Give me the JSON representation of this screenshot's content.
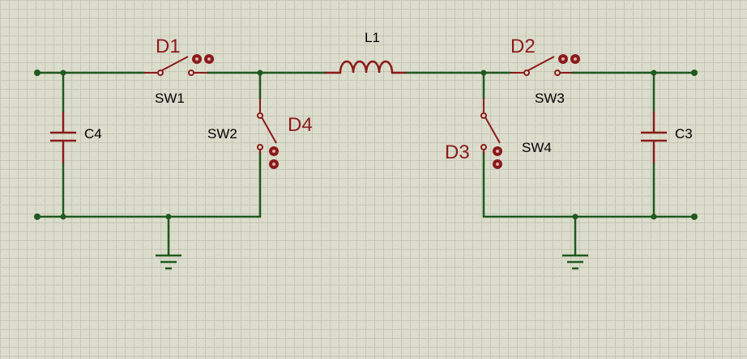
{
  "schematic": {
    "inductor": {
      "label": "L1"
    },
    "capacitors": [
      {
        "label": "C4"
      },
      {
        "label": "C3"
      }
    ],
    "switches": [
      {
        "label": "SW1",
        "indicator": "D1"
      },
      {
        "label": "SW2",
        "indicator": "D4"
      },
      {
        "label": "SW3",
        "indicator": "D2"
      },
      {
        "label": "SW4",
        "indicator": "D3"
      }
    ]
  },
  "colors": {
    "background": "#dcdccc",
    "grid": "#c6c6b6",
    "wire": "#1e5a1e",
    "component": "#8b1a1a"
  }
}
